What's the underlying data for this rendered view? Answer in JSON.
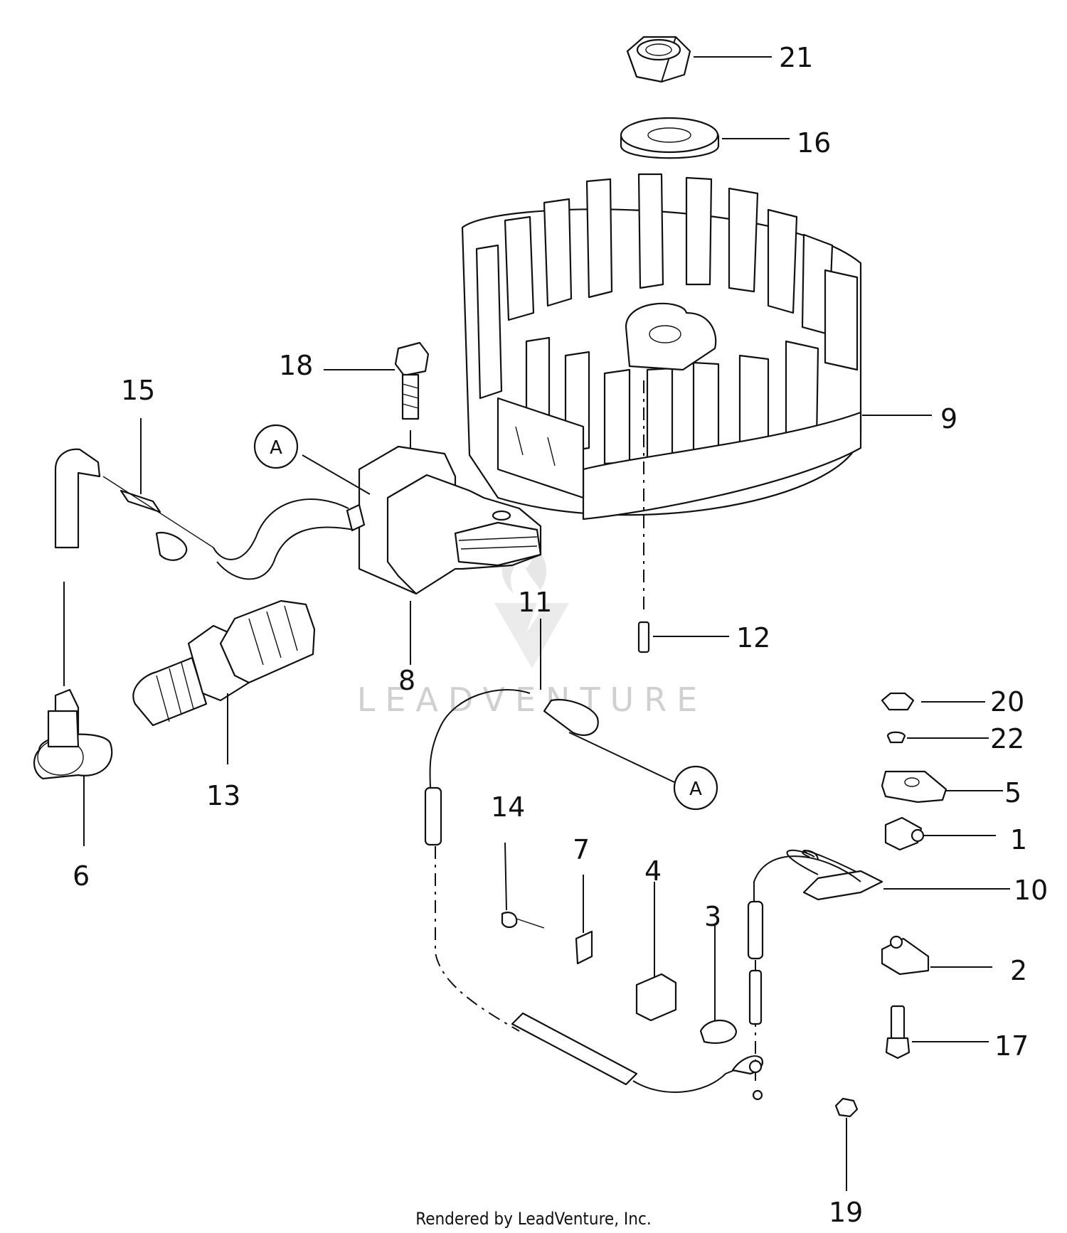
{
  "callouts": {
    "p1": "1",
    "p2": "2",
    "p3": "3",
    "p4": "4",
    "p5": "5",
    "p6": "6",
    "p7": "7",
    "p8": "8",
    "p9": "9",
    "p10": "10",
    "p11": "11",
    "p12": "12",
    "p13": "13",
    "p14": "14",
    "p15": "15",
    "p16": "16",
    "p17": "17",
    "p18": "18",
    "p19": "19",
    "p20": "20",
    "p21": "21",
    "p22": "22"
  },
  "reference_marks": {
    "a_top": "A",
    "a_bottom": "A"
  },
  "watermark": "LEADVENTURE",
  "footer": "Rendered by LeadVenture, Inc."
}
